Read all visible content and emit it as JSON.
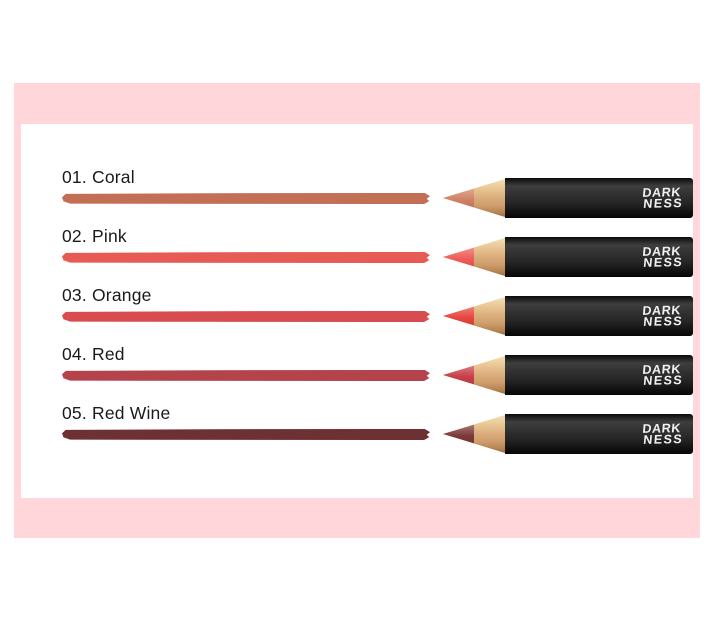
{
  "page": {
    "background_color": "#ffffff"
  },
  "frame": {
    "band_color": "#ffd6d9",
    "panel_color": "#ffffff"
  },
  "brand": {
    "line1": "DARK",
    "line2": "NESS"
  },
  "pencil": {
    "wood_color": "#dcae7d",
    "body_color": "#1a1a1a",
    "logo_color": "#f2f2f2"
  },
  "products": [
    {
      "number": "01",
      "name": "Coral",
      "label": "01. Coral",
      "swatch_color": "#c36f56",
      "lead_color": "#cf8164"
    },
    {
      "number": "02",
      "name": "Pink",
      "label": "02. Pink",
      "swatch_color": "#e65c55",
      "lead_color": "#ef5b56"
    },
    {
      "number": "03",
      "name": "Orange",
      "label": "03. Orange",
      "swatch_color": "#d84c4f",
      "lead_color": "#e8443e"
    },
    {
      "number": "04",
      "name": "Red",
      "label": "04. Red",
      "swatch_color": "#b4434c",
      "lead_color": "#c73e49"
    },
    {
      "number": "05",
      "name": "Red Wine",
      "label": "05. Red Wine",
      "swatch_color": "#6e3133",
      "lead_color": "#7b3a39"
    }
  ]
}
